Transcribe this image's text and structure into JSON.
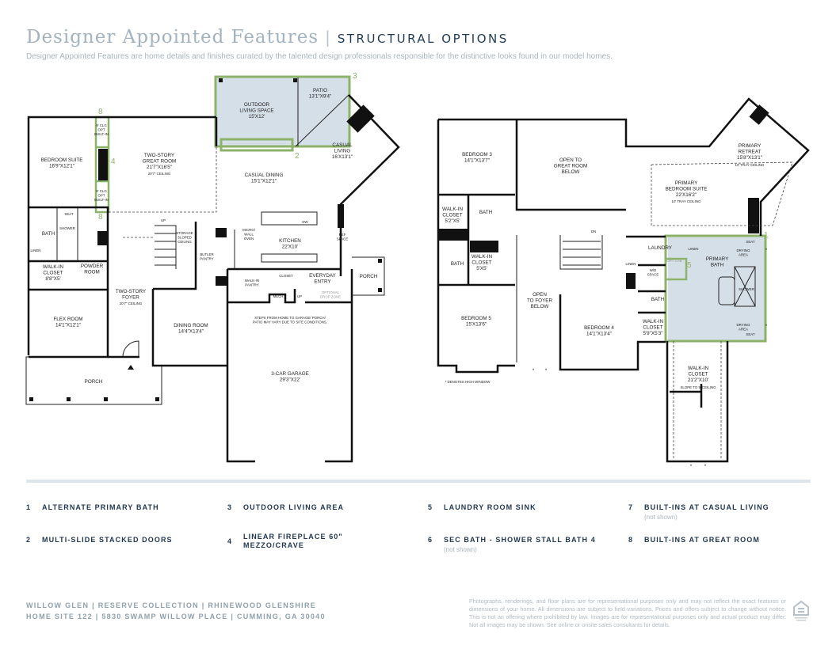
{
  "header": {
    "title": "Designer Appointed Features",
    "separator": "|",
    "subtitle": "STRUCTURAL OPTIONS",
    "description": "Designer Appointed Features are home details and finishes curated by the talented design professionals responsible for the distinctive looks found in our model homes."
  },
  "colors": {
    "accent_green": "#8db36a",
    "option_fill": "#d5dfe8",
    "navy": "#1e3550",
    "title_gray": "#a3b3be"
  },
  "first_floor": {
    "rooms": [
      [
        "BEDROOM SUITE",
        "16'9\"X12'1\""
      ],
      [
        "TWO-STORY",
        "GREAT ROOM",
        "21'7\"X16'5\""
      ],
      [
        "20'7\" CEILING"
      ],
      [
        "OUTDOOR",
        "LIVING SPACE",
        "15'X12'"
      ],
      [
        "PATIO",
        "13'1\"X9'4\""
      ],
      [
        "CASUAL",
        "LIVING",
        "16'X13'1\""
      ],
      [
        "CASUAL DINING",
        "15'1\"X12'1\""
      ],
      [
        "KITCHEN",
        "22'X10'"
      ],
      [
        "MICRO/",
        "WALL",
        "OVEN"
      ],
      [
        "REF",
        "SPACE"
      ],
      [
        "DW"
      ],
      [
        "BATH"
      ],
      [
        "SEAT"
      ],
      [
        "SHOWER"
      ],
      [
        "LINEN"
      ],
      [
        "WALK-IN",
        "CLOSET",
        "8'8\"X5'"
      ],
      [
        "POWDER",
        "ROOM"
      ],
      [
        "STORAGE",
        "SLOPED",
        "CEILING"
      ],
      [
        "UP"
      ],
      [
        "BUTLER",
        "PANTRY"
      ],
      [
        "TWO-STORY",
        "FOYER"
      ],
      [
        "20'7\" CEILING"
      ],
      [
        "FLEX ROOM",
        "14'1\"X12'1\""
      ],
      [
        "DINING ROOM",
        "14'4\"X13'4\""
      ],
      [
        "WALK-IN",
        "PANTRY"
      ],
      [
        "CLOSET"
      ],
      [
        "EVERYDAY",
        "ENTRY"
      ],
      [
        "PORCH"
      ],
      [
        "MECH"
      ],
      [
        "UP"
      ],
      [
        "OPTIONAL",
        "DROP ZONE"
      ],
      [
        "STEPS FROM HOME TO GARAGE/ PORCH/",
        "PATIO MAY VARY DUE TO SITE CONDITIONS."
      ],
      [
        "3-CAR GARAGE",
        "29'3\"X22'"
      ],
      [
        "PORCH"
      ],
      [
        "9' CLG",
        "OPT",
        "BUILT-IN"
      ],
      [
        "9' CLG",
        "OPT",
        "BUILT-IN"
      ]
    ],
    "markers": [
      "8",
      "4",
      "8",
      "2",
      "3"
    ]
  },
  "second_floor": {
    "rooms": [
      [
        "BEDROOM 3",
        "14'1\"X13'7\""
      ],
      [
        "OPEN TO",
        "GREAT ROOM",
        "BELOW"
      ],
      [
        "PRIMARY",
        "RETREAT",
        "15'8\"X13'1\""
      ],
      [
        "10' TRAY CEILING"
      ],
      [
        "PRIMARY",
        "BEDROOM SUITE",
        "22'X16'2\""
      ],
      [
        "10' TRAY CEILING"
      ],
      [
        "WALK-IN",
        "CLOSET",
        "5'2\"X5'"
      ],
      [
        "BATH"
      ],
      [
        "BATH"
      ],
      [
        "WALK-IN",
        "CLOSET",
        "5'X5'"
      ],
      [
        "DN"
      ],
      [
        "LAUNDRY"
      ],
      [
        "LINEN"
      ],
      [
        "OPT CAB"
      ],
      [
        "W/D",
        "SPACE"
      ],
      [
        "LINEN"
      ],
      [
        "PRIMARY",
        "BATH"
      ],
      [
        "SEAT"
      ],
      [
        "DRYING",
        "AREA"
      ],
      [
        "SHOWER"
      ],
      [
        "DRYING",
        "AREA"
      ],
      [
        "SEAT"
      ],
      [
        "BATH"
      ],
      [
        "WALK-IN",
        "CLOSET",
        "5'9\"X5'3\""
      ],
      [
        "OPEN",
        "TO FOYER",
        "BELOW"
      ],
      [
        "BEDROOM 5",
        "15'X13'6\""
      ],
      [
        "BEDROOM 4",
        "14'1\"X13'4\""
      ],
      [
        "WALK-IN",
        "CLOSET",
        "21'2\"X10'"
      ],
      [
        "SLOPE TO 9' CEILING"
      ],
      [
        "* DENOTES HIGH WINDOW"
      ],
      [
        "*"
      ],
      [
        "*"
      ],
      [
        "*"
      ],
      [
        "*"
      ],
      [
        "*"
      ],
      [
        "*"
      ]
    ],
    "markers": [
      "1",
      "5"
    ]
  },
  "legend": [
    {
      "num": "1",
      "label": "ALTERNATE PRIMARY BATH"
    },
    {
      "num": "2",
      "label": "MULTI-SLIDE STACKED DOORS"
    },
    {
      "num": "3",
      "label": "OUTDOOR LIVING AREA"
    },
    {
      "num": "4",
      "label": "LINEAR FIREPLACE 60\" MEZZO/CRAVE"
    },
    {
      "num": "5",
      "label": "LAUNDRY ROOM SINK"
    },
    {
      "num": "6",
      "label": "SEC BATH - SHOWER STALL BATH 4",
      "note": "(not shown)"
    },
    {
      "num": "7",
      "label": "BUILT-INS AT CASUAL LIVING",
      "note": "(not shown)"
    },
    {
      "num": "8",
      "label": "BUILT-INS AT GREAT ROOM"
    }
  ],
  "footer": {
    "line1": "WILLOW GLEN |  RESERVE COLLECTION  |  RHINEWOOD GLENSHIRE",
    "line2": "HOME SITE 122  |  5830 SWAMP WILLOW PLACE |  CUMMING, GA 30040",
    "disclaimer": "Photographs, renderings, and floor plans are for representational purposes only and may not reflect the exact features or dimensions of your home. All dimensions are subject to field variations. Prices and offers subject to change without notice. This is not an offering where prohibited by law. Images are for representational purposes only and actual product may differ. Not all images may be shown. See online or onsite sales consultants for details.",
    "logo_icon": "equal-housing-opportunity-icon"
  }
}
